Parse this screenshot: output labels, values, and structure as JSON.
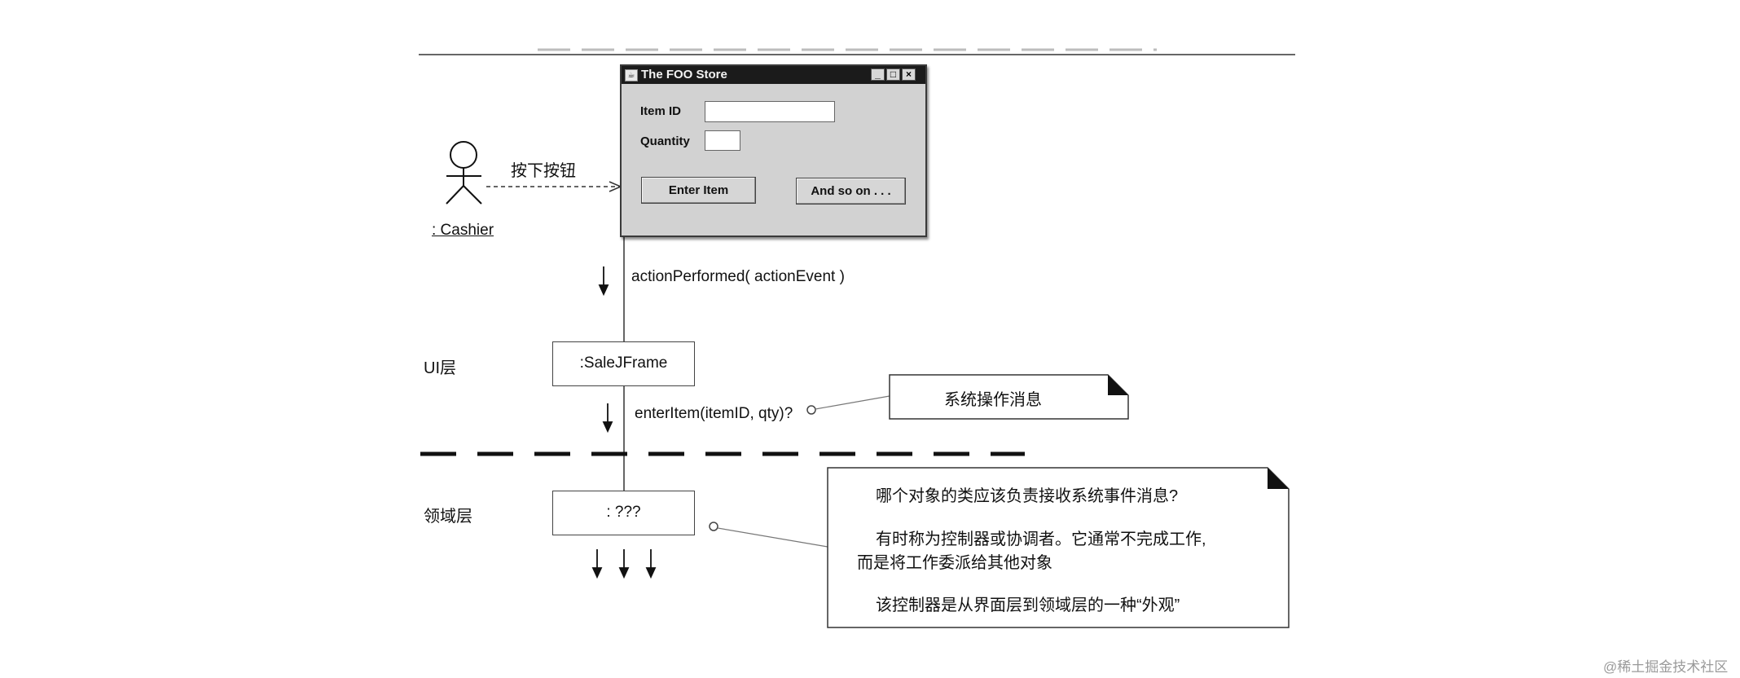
{
  "window": {
    "title": "The FOO Store",
    "item_id_label": "Item ID",
    "quantity_label": "Quantity",
    "item_id_value": "",
    "quantity_value": "",
    "enter_item_button": "Enter Item",
    "and_so_on_button": "And so on . . ."
  },
  "actor": {
    "name": ": Cashier",
    "action": "按下按钮"
  },
  "messages": {
    "action_performed": "actionPerformed( actionEvent )",
    "enter_item": "enterItem(itemID, qty)?"
  },
  "layers": {
    "ui": "UI层",
    "domain": "领域层"
  },
  "objects": {
    "sale_jframe": ":SaleJFrame",
    "unknown": ": ???"
  },
  "notes": {
    "system_message": "系统操作消息",
    "controller": {
      "line1": "哪个对象的类应该负责接收系统事件消息?",
      "line2": "有时称为控制器或协调者。它通常不完成工作,",
      "line3": "而是将工作委派给其他对象",
      "line4": "该控制器是从界面层到领域层的一种“外观”"
    }
  },
  "watermark": "@稀土掘金技术社区",
  "colors": {
    "ink": "#111111",
    "window_bg": "#d2d2d2",
    "titlebar": "#1b1b1b"
  }
}
